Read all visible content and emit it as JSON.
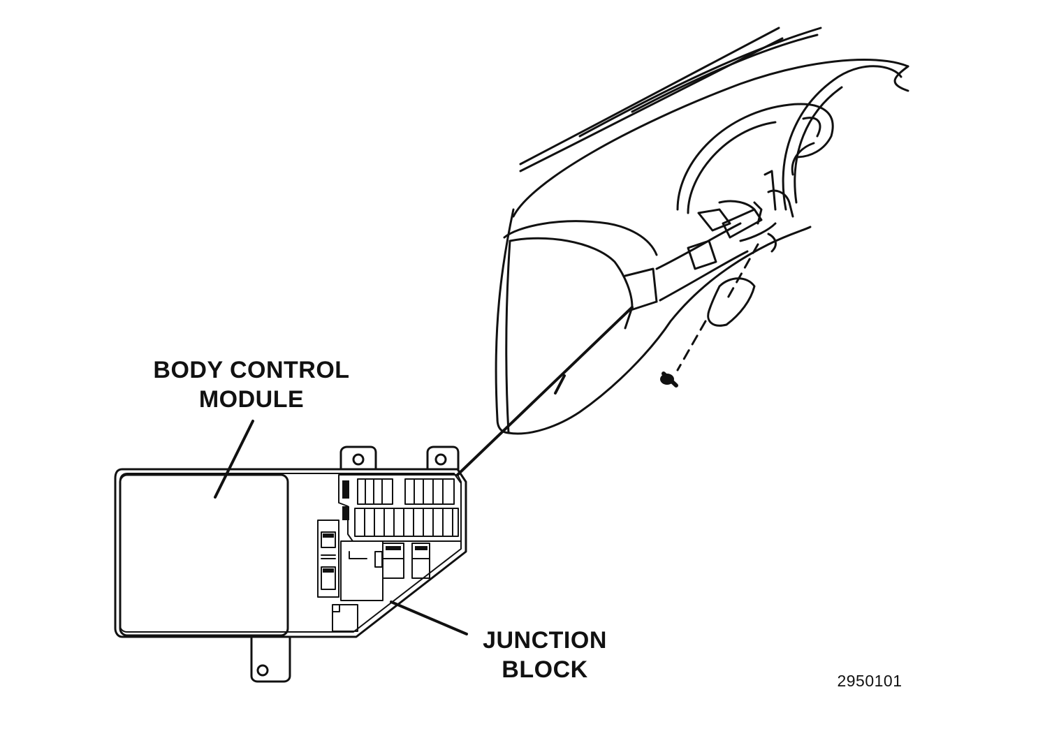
{
  "labels": {
    "body_control_module": {
      "line1": "BODY CONTROL",
      "line2": "MODULE"
    },
    "junction_block": {
      "line1": "JUNCTION",
      "line2": "BLOCK"
    }
  },
  "figure_number": "2950101",
  "colors": {
    "ink": "#111111",
    "background": "#ffffff"
  }
}
